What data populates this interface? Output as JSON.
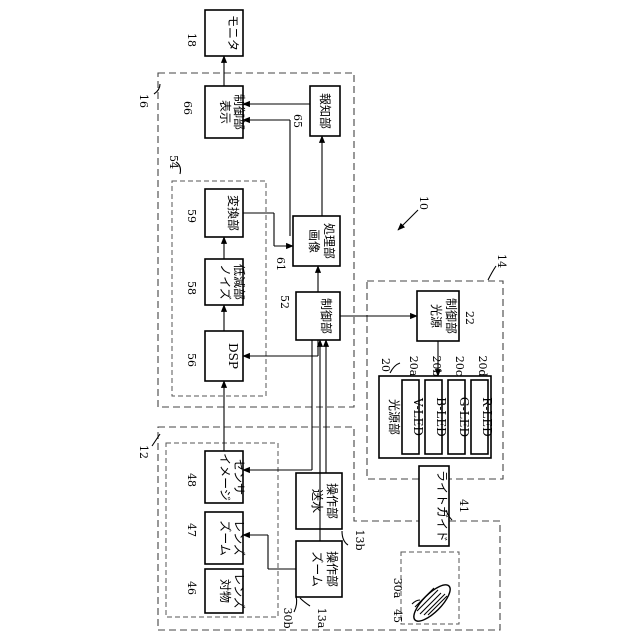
{
  "blocks": {
    "monitor": "モニタ",
    "display_control": [
      "表示",
      "制御部"
    ],
    "notify": "報知部",
    "convert": "変換部",
    "image_processing": [
      "画像",
      "処理部"
    ],
    "noise_reduction": [
      "ノイズ",
      "低減部"
    ],
    "control": "制御部",
    "dsp": "DSP",
    "light_source_control": [
      "光源",
      "制御部"
    ],
    "light_source": "光源部",
    "leds": [
      "V-LED",
      "B-LED",
      "G-LED",
      "R-LED"
    ],
    "image_sensor": [
      "イメージ",
      "センサ"
    ],
    "zoom_lens": [
      "ズーム",
      "レンズ"
    ],
    "objective_lens": [
      "対物",
      "レンズ"
    ],
    "water_operation": [
      "送水",
      "操作部"
    ],
    "zoom_operation": [
      "ズーム",
      "操作部"
    ],
    "light_guide": "ライトガイド"
  },
  "refs": {
    "monitor": "18",
    "processor": "16",
    "display_control": "66",
    "notify": "65",
    "image_block": "54",
    "convert": "59",
    "image_processing": "61",
    "noise_reduction": "58",
    "control": "52",
    "dsp": "56",
    "system": "10",
    "light_device": "14",
    "light_source_control": "22",
    "light_source": "20",
    "leds": [
      "20a",
      "20b",
      "20c",
      "20d"
    ],
    "endoscope": "12",
    "image_sensor": "48",
    "zoom_lens": "47",
    "objective_lens": "46",
    "light_guide": "41",
    "water_operation": "13b",
    "zoom_operation": "13a",
    "scope_tip": "30b",
    "illumination_lens": "30a",
    "illumination": "45"
  }
}
